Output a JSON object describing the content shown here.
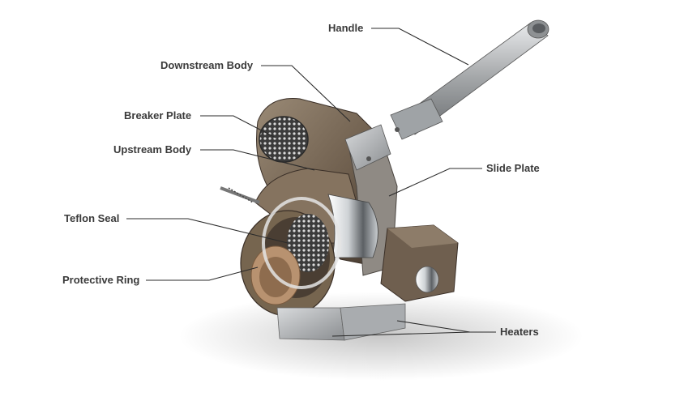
{
  "labels": {
    "handle": "Handle",
    "downstream_body": "Downstream Body",
    "breaker_plate": "Breaker Plate",
    "upstream_body": "Upstream Body",
    "slide_plate": "Slide Plate",
    "teflon_seal": "Teflon Seal",
    "protective_ring": "Protective Ring",
    "heaters": "Heaters"
  },
  "colors": {
    "bronze_body": "#7a6a58",
    "bronze_dark": "#4a3e33",
    "steel": "#b5b8bb",
    "steel_dark": "#6f7275",
    "ring_copper": "#b89270",
    "chrome": "#dfe2e4",
    "leader_line": "#2b2b2b",
    "label_text": "#3a3a3a"
  }
}
